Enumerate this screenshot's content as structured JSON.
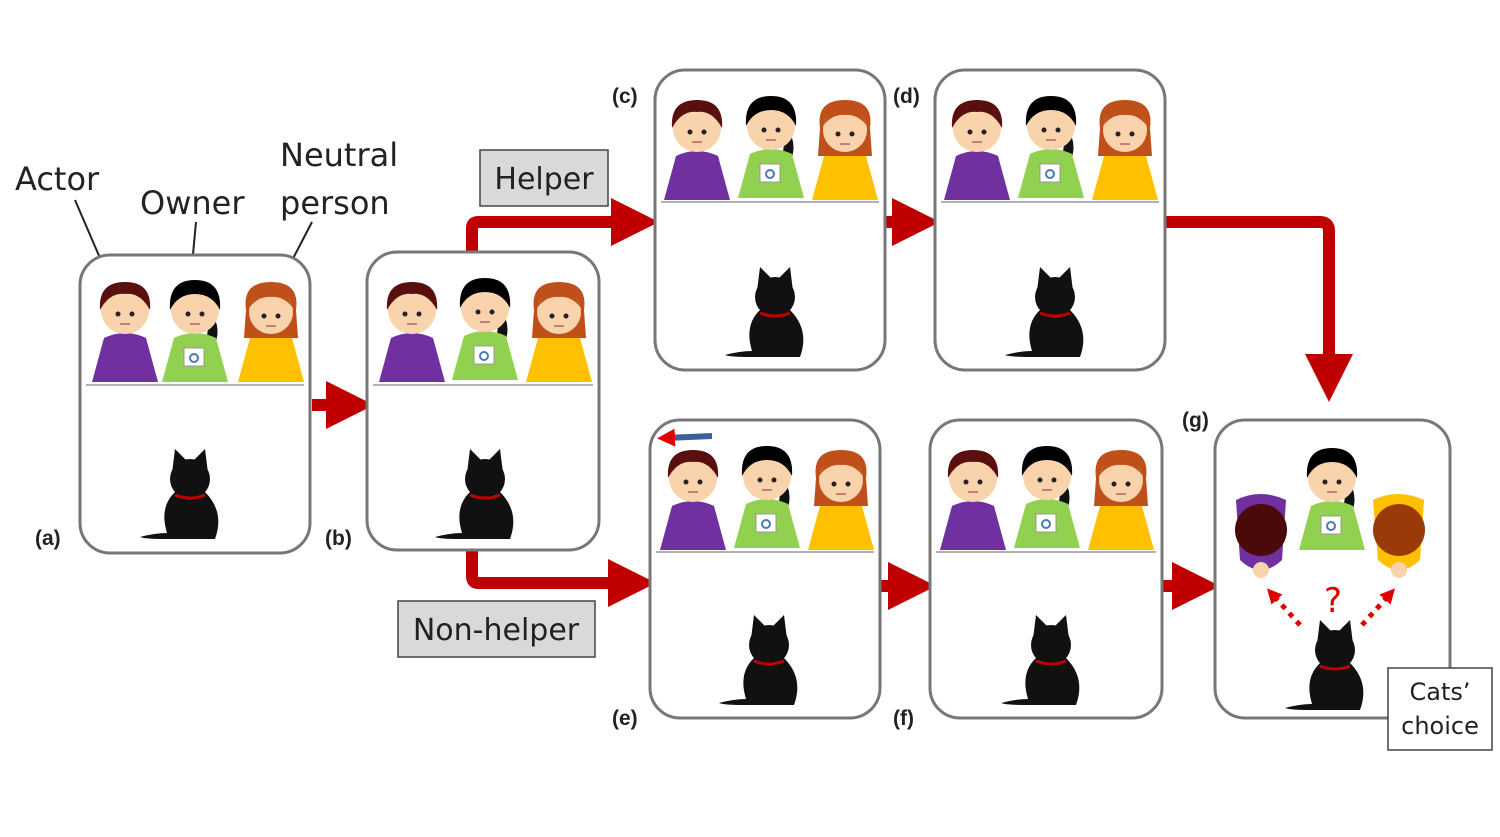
{
  "labels": {
    "actor": "Actor",
    "owner": "Owner",
    "neutral_line1": "Neutral",
    "neutral_line2": "person"
  },
  "conditions": {
    "helper": "Helper",
    "non_helper": "Non-helper"
  },
  "panels": {
    "a": "(a)",
    "b": "(b)",
    "c": "(c)",
    "d": "(d)",
    "e": "(e)",
    "f": "(f)",
    "g": "(g)"
  },
  "choice": {
    "line1": "Cats’",
    "line2": "choice",
    "question": "?"
  },
  "colors": {
    "arrow": "#c00000",
    "actor_dress": "#7030a0",
    "owner_dress": "#92d050",
    "neutral_dress": "#ffc000",
    "skin": "#f8d3ab"
  }
}
